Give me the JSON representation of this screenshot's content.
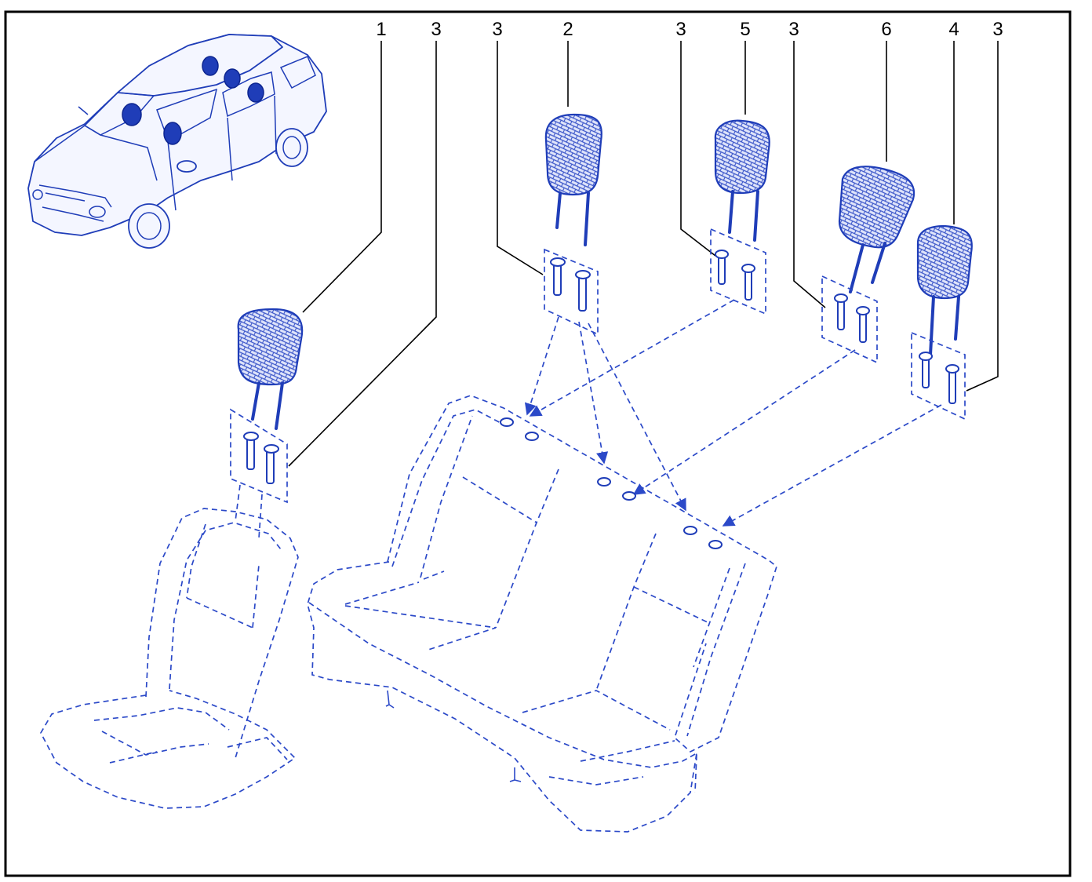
{
  "callouts": [
    {
      "id": "c1",
      "label": "1"
    },
    {
      "id": "c3a",
      "label": "3"
    },
    {
      "id": "c3b",
      "label": "3"
    },
    {
      "id": "c2",
      "label": "2"
    },
    {
      "id": "c3c",
      "label": "3"
    },
    {
      "id": "c5",
      "label": "5"
    },
    {
      "id": "c3d",
      "label": "3"
    },
    {
      "id": "c6",
      "label": "6"
    },
    {
      "id": "c4",
      "label": "4"
    },
    {
      "id": "c3e",
      "label": "3"
    }
  ],
  "colors": {
    "line": "#1f3db8",
    "dash": "#2b49c8",
    "frame": "#000000",
    "callout": "#000000"
  },
  "icons": [
    "vehicle-thumbnail-icon",
    "headrest-icon",
    "guide-sleeve-icon",
    "front-seat-outline",
    "rear-bench-outline"
  ]
}
